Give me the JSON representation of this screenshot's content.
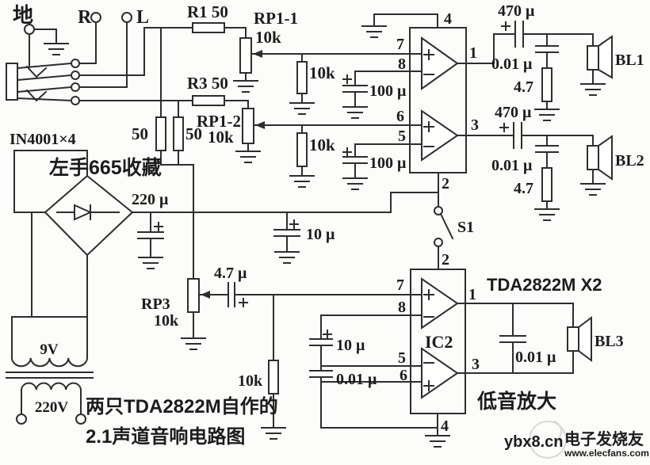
{
  "colors": {
    "ink": "#2e2e2e",
    "teal": "#0e756a",
    "watermark_gray": "#d6d6d6",
    "site_text": "#111111",
    "background": "#fcfcfa"
  },
  "terminals": {
    "ground_cn": "地",
    "right": "R",
    "left": "L"
  },
  "power": {
    "diodes": "IN4001×4",
    "filter_cap": "220 μ",
    "decouple_cap": "10 μ",
    "secondary": "9V",
    "primary": "220V"
  },
  "left_channel": {
    "r1": "R1 50",
    "rp1_name": "RP1-1",
    "rp1_val": "10k",
    "bias_res": "10k",
    "bypass_cap": "100 μ"
  },
  "right_channel": {
    "r3": "R3 50",
    "rp2_name": "RP1-2",
    "rp2_val": "10k",
    "bias_res": "10k",
    "bypass_cap": "100 μ",
    "mix_res_left": "50",
    "mix_res_right": "50"
  },
  "bass_channel": {
    "rp3_name": "RP3",
    "rp3_val": "10k",
    "coupling_cap": "4.7 μ",
    "bias_res": "10k",
    "cap_10u": "10 μ",
    "cap_001": "0.01 μ",
    "ic_label": "IC2",
    "bridge_cap": "0.01 μ",
    "speaker": "BL3",
    "amp_note": "低音放大"
  },
  "outputs": {
    "ch1_cap": "470 μ",
    "ch1_zobel_cap": "0.01 μ",
    "ch1_zobel_res": "4.7",
    "ch1_speaker": "BL1",
    "ch2_cap": "470 μ",
    "ch2_zobel_cap": "0.01 μ",
    "ch2_zobel_res": "4.7",
    "ch2_speaker": "BL2"
  },
  "switch": {
    "label": "S1"
  },
  "ic": {
    "name_note": "TDA2822M X2"
  },
  "pins": {
    "ic1": {
      "p1": "1",
      "p2": "2",
      "p3": "3",
      "p4": "4",
      "p5": "5",
      "p6": "6",
      "p7": "7",
      "p8": "8"
    },
    "ic2": {
      "p1": "1",
      "p2": "2",
      "p3": "3",
      "p4": "4",
      "p5": "5",
      "p6": "6",
      "p7": "7",
      "p8": "8"
    }
  },
  "captions": {
    "line1": "两只TDA2822M自作的",
    "line2": "2.1声道音响电路图",
    "watermark_text": "左手665收藏"
  },
  "watermark": {
    "site": "ybx8.cn",
    "brand": "电子发烧友",
    "url": "www.elecfans.com"
  }
}
